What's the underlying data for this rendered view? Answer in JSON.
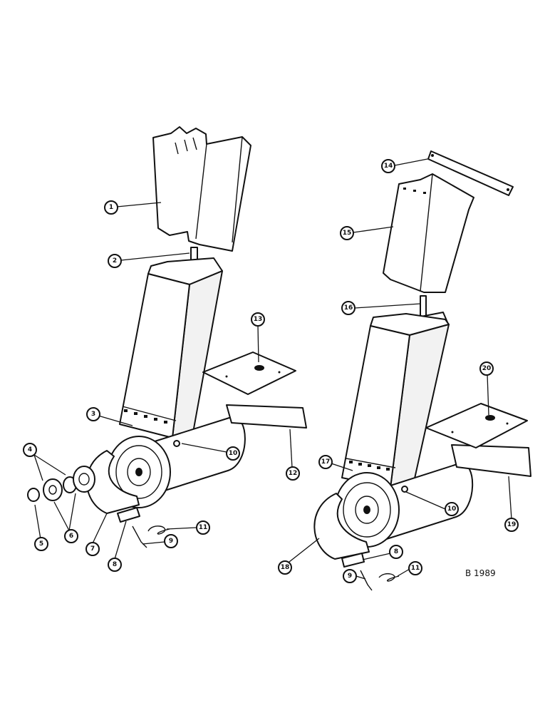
{
  "drawing_code": "B 1989",
  "callouts": {
    "c1": "1",
    "c2": "2",
    "c3": "3",
    "c4": "4",
    "c5": "5",
    "c6": "6",
    "c7": "7",
    "c8a": "8",
    "c9a": "9",
    "c10a": "10",
    "c11a": "11",
    "c12": "12",
    "c13": "13",
    "c14": "14",
    "c15": "15",
    "c16": "16",
    "c17": "17",
    "c18": "18",
    "c8b": "8",
    "c9b": "9",
    "c10b": "10",
    "c11b": "11",
    "c19": "19",
    "c20": "20"
  }
}
